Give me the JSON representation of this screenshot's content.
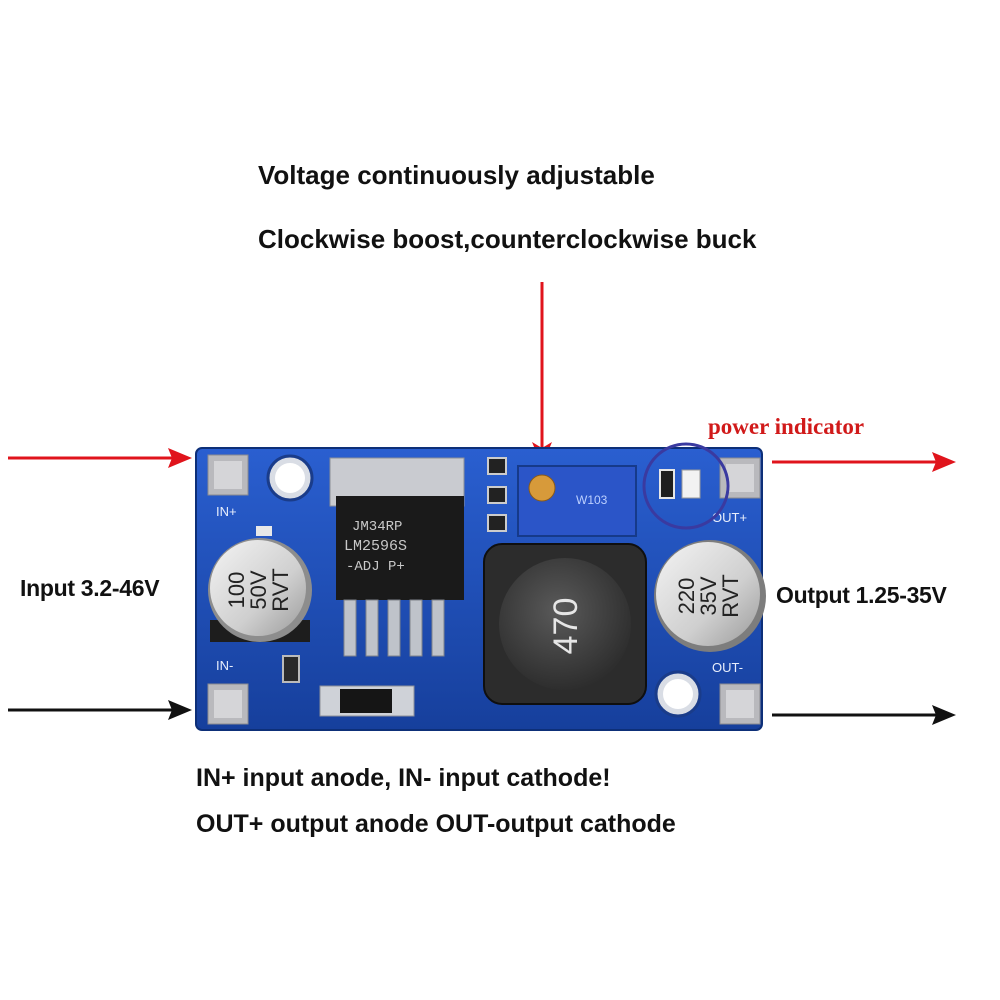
{
  "header": {
    "line1": "Voltage continuously adjustable",
    "line2": "Clockwise boost,counterclockwise buck"
  },
  "labels": {
    "power_indicator": "power indicator",
    "input_range": "Input 3.2-46V",
    "output_range": "Output 1.25-35V",
    "pad_in_plus": "IN+",
    "pad_in_minus": "IN-",
    "pad_out_plus": "OUT+",
    "pad_out_minus": "OUT-"
  },
  "footer": {
    "line1": "IN+ input anode, IN- input cathode!",
    "line2": "OUT+ output anode OUT-output cathode"
  },
  "components": {
    "cap_in_line1": "100",
    "cap_in_line2": "50V",
    "cap_in_line3": "RVT",
    "cap_out_line1": "220",
    "cap_out_line2": "35V",
    "cap_out_line3": "RVT",
    "chip_line1": "JM34RP",
    "chip_line2": "LM2596S",
    "chip_line3": "-ADJ  P+",
    "inductor": "470",
    "pot_marking": "W103"
  },
  "colors": {
    "arrow_red": "#e0141c",
    "arrow_black": "#111111",
    "pcb_blue": "#1a4fb8",
    "indicator_circle": "#3a3aa0"
  }
}
